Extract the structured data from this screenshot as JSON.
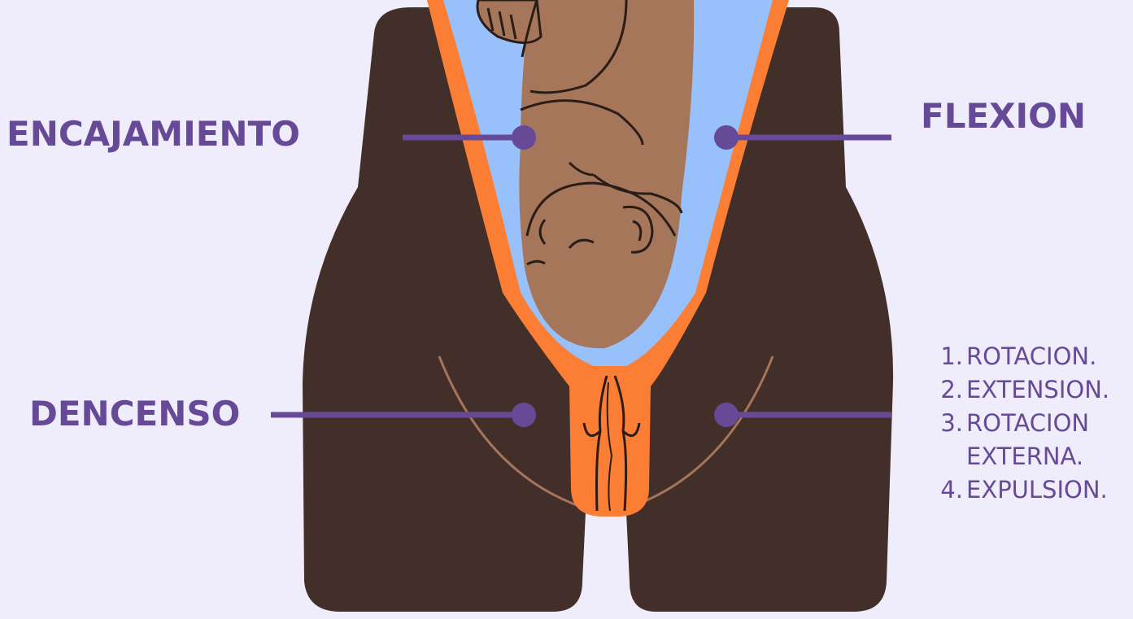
{
  "labels": {
    "encajamiento": "ENCAJAMIENTO",
    "flexion": "FLEXION",
    "descenso": "DENCENSO"
  },
  "steps": [
    {
      "num": "1.",
      "text": "ROTACION."
    },
    {
      "num": "2.",
      "text": "EXTENSION."
    },
    {
      "num": "3.",
      "text": "ROTACION\nEXTERNA."
    },
    {
      "num": "4.",
      "text": "EXPULSION."
    }
  ],
  "colors": {
    "background": "#efedfb",
    "skin": "#432f2a",
    "uterus": "#fc7d34",
    "amniotic": "#98c0fb",
    "baby": "#a6765a",
    "accent": "#674a97",
    "thigh_line": "#a6765a"
  }
}
